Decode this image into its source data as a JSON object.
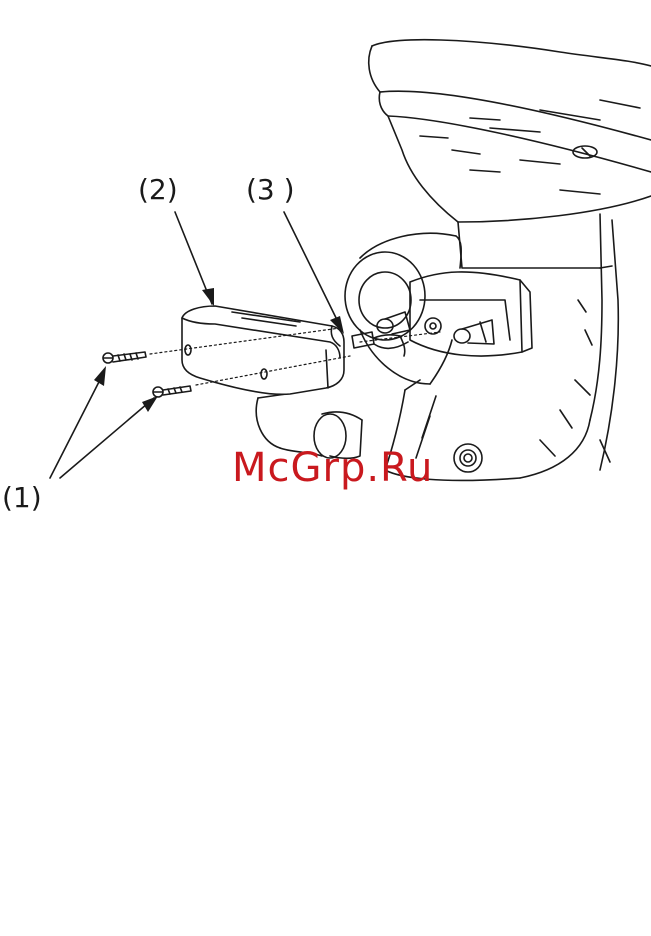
{
  "callouts": {
    "c1": "(1)",
    "c2": "(2)",
    "c3": "(3 )"
  },
  "watermark": {
    "text": "McGrp.Ru",
    "color": "#c9191e"
  },
  "colors": {
    "line": "#1a1a1a",
    "background": "#ffffff"
  }
}
